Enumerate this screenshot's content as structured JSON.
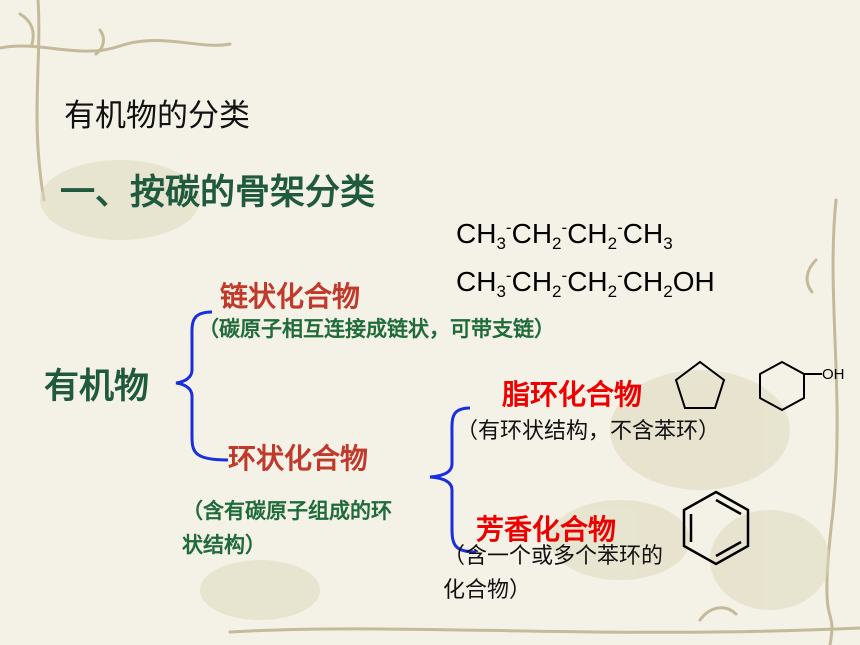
{
  "page": {
    "title": "有机物的分类",
    "section": "一、按碳的骨架分类"
  },
  "formulas": {
    "butane": {
      "parts": [
        "CH",
        "3",
        "-",
        "CH",
        "2",
        "-",
        "CH",
        "2",
        "-",
        "CH",
        "3"
      ]
    },
    "butanol": {
      "parts": [
        "CH",
        "3",
        "-",
        "CH",
        "2",
        "-",
        "CH",
        "2",
        "-",
        "CH",
        "2",
        "OH"
      ]
    }
  },
  "tree": {
    "root": "有机物",
    "chain": {
      "label": "链状化合物",
      "note": "（碳原子相互连接成链状，可带支链）"
    },
    "cyclic": {
      "label": "环状化合物",
      "note": "（含有碳原子组成的环状结构）",
      "alicyclic": {
        "label": "脂环化合物",
        "note": "（有环状结构，不含苯环）"
      },
      "aromatic": {
        "label": "芳香化合物",
        "note": "（含一个或多个苯环的化合物）"
      }
    }
  },
  "structures": {
    "cyclohexanol_label": "OH"
  },
  "colors": {
    "heading_green": "#1f5a3e",
    "category_red": "#c0392b",
    "subcategory_red": "#ee0000",
    "brace_blue": "#1a2ee0"
  }
}
